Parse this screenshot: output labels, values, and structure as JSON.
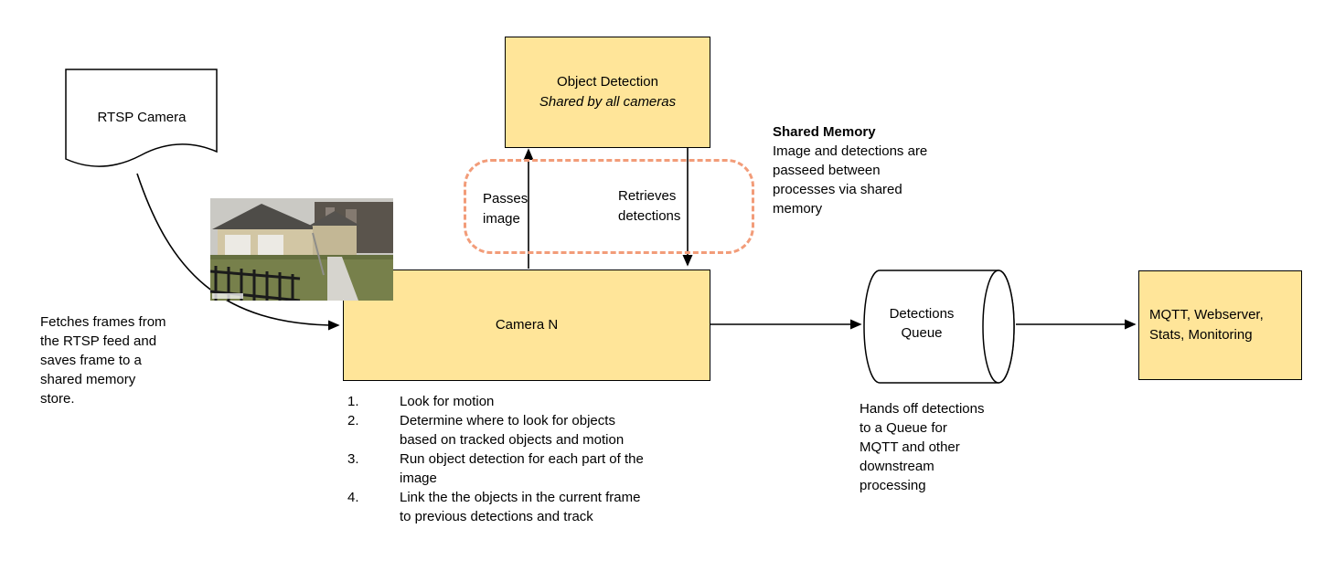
{
  "diagram": {
    "rtsp_camera_label": "RTSP Camera",
    "fetch_note": "Fetches frames from\nthe RTSP feed and\nsaves frame to a\nshared memory\nstore.",
    "object_detection": {
      "title": "Object Detection",
      "subtitle": "Shared by all cameras"
    },
    "shared_memory_note": {
      "title": "Shared Memory",
      "body": "Image and detections are\npasseed between\nprocesses via shared\nmemory"
    },
    "passes_image_label": "Passes\nimage",
    "retrieves_detections_label": "Retrieves\ndetections",
    "camera_n_label": "Camera N",
    "camera_steps": [
      {
        "num": "1.",
        "text": "Look for motion"
      },
      {
        "num": "2.",
        "text": "Determine where to look for objects\nbased on tracked objects and motion"
      },
      {
        "num": "3.",
        "text": "Run object detection for each part of the\nimage"
      },
      {
        "num": "4.",
        "text": "Link the the objects in the current frame\nto previous detections and track"
      }
    ],
    "detections_queue_label": "Detections\nQueue",
    "queue_note": "Hands off detections\nto a Queue for\nMQTT and other\ndownstream\nprocessing",
    "mqtt_label": "MQTT, Webserver,\nStats, Monitoring",
    "colors": {
      "node_fill": "#ffe599",
      "node_border": "#000000",
      "shared_memory_outline": "#f29c79"
    }
  }
}
